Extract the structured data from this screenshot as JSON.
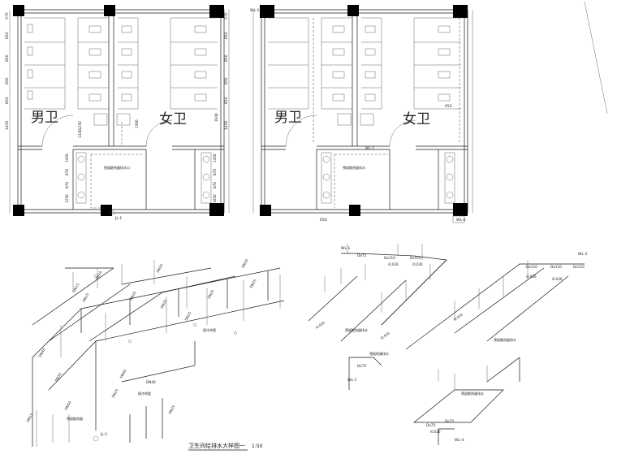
{
  "plans": {
    "left": {
      "male_label": "男卫",
      "female_label": "女卫",
      "dims_left": [
        "570",
        "650",
        "850",
        "850",
        "650",
        "1450"
      ],
      "dims_right": [
        "570",
        "650",
        "850",
        "850",
        "650",
        "1450"
      ],
      "dims_left_low": [
        "1450",
        "870",
        "870",
        "1250"
      ],
      "dims_right_low": [
        "1450",
        "870",
        "870",
        "1050"
      ],
      "mid_dims": [
        "1250",
        "1340",
        "1360",
        "1940"
      ],
      "note_text": "预留散热器排水口",
      "riser_label": "JL-1"
    },
    "right": {
      "male_label": "男卫",
      "female_label": "女卫",
      "corner_tag": "WL-1",
      "riser_label": "WL-1",
      "riser_label_2": "WL-4",
      "note_text": "预留散热器排水",
      "side_dim": "650",
      "bottom_dim": "650"
    }
  },
  "supply_iso": {
    "title": "卫生间给排水大样图一",
    "scale": "1:50",
    "riser_tag": "JL-1",
    "labels": {
      "dn50": "DN50",
      "dn40": "DN40",
      "dn32": "DN32",
      "dn25": "DN25",
      "dn20": "DN20",
      "dn15": "DN15"
    },
    "notes": [
      "预留散热器",
      "接冷热管",
      "接冷热管"
    ]
  },
  "drain_iso": {
    "riser_tags": [
      "WL-1",
      "WL-2",
      "WL-1",
      "WL-4"
    ],
    "pipe_labels": [
      "De75",
      "De110",
      "De110",
      "De110",
      "De110",
      "De110",
      "De75",
      "De75",
      "De75"
    ],
    "slope_labels": [
      "i0.026",
      "i0.026",
      "i0.026",
      "i0.026",
      "i0.026",
      "i0.026",
      "i0.026",
      "i0.026"
    ],
    "notes": [
      "预留散热器排水",
      "预留地漏排水",
      "预留散热器排水",
      "预留散热器排水"
    ]
  }
}
